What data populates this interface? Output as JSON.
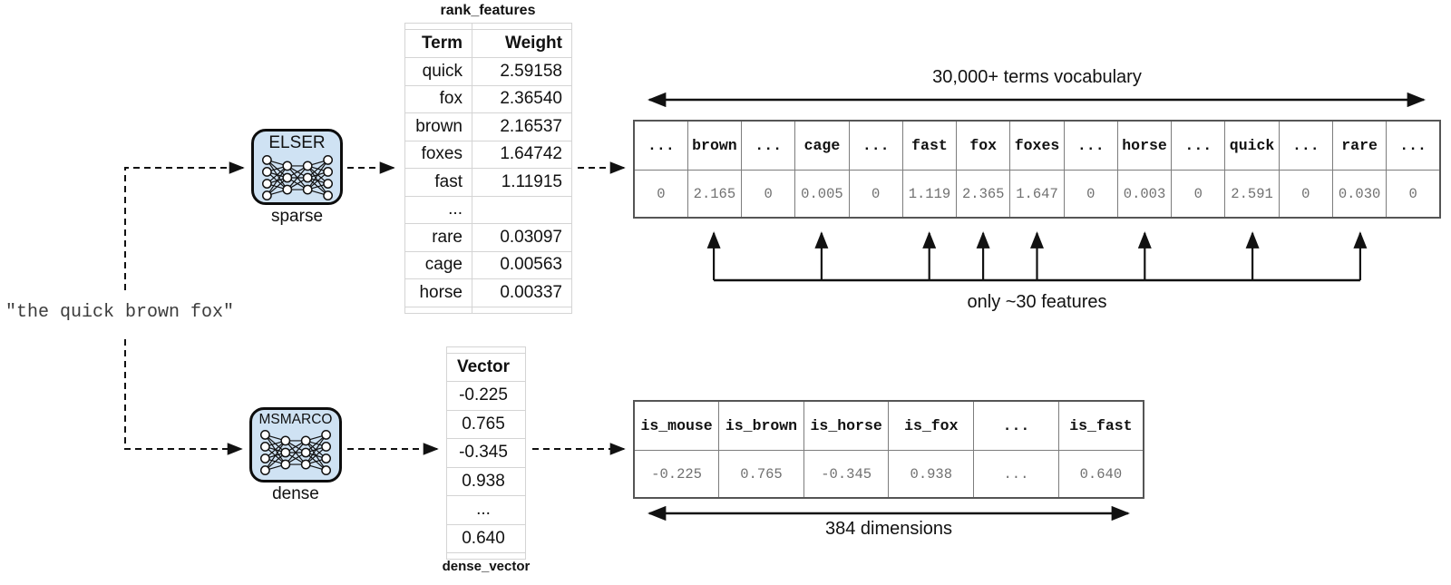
{
  "query": {
    "text": "\"the quick brown fox\""
  },
  "models": {
    "sparse": {
      "name": "ELSER",
      "type_label": "sparse"
    },
    "dense": {
      "name": "MSMARCO",
      "type_label": "dense"
    }
  },
  "rank_features": {
    "title": "rank_features",
    "columns": [
      "Term",
      "Weight"
    ],
    "rows": [
      [
        "quick",
        "2.59158"
      ],
      [
        "fox",
        "2.36540"
      ],
      [
        "brown",
        "2.16537"
      ],
      [
        "foxes",
        "1.64742"
      ],
      [
        "fast",
        "1.11915"
      ],
      [
        "...",
        ""
      ],
      [
        "rare",
        "0.03097"
      ],
      [
        "cage",
        "0.00563"
      ],
      [
        "horse",
        "0.00337"
      ]
    ]
  },
  "vocab_table": {
    "annotation_top": "30,000+ terms vocabulary",
    "annotation_bottom": "only ~30 features",
    "headers": [
      "...",
      "brown",
      "...",
      "cage",
      "...",
      "fast",
      "fox",
      "foxes",
      "...",
      "horse",
      "...",
      "quick",
      "...",
      "rare",
      "..."
    ],
    "values": [
      "0",
      "2.165",
      "0",
      "0.005",
      "0",
      "1.119",
      "2.365",
      "1.647",
      "0",
      "0.003",
      "0",
      "2.591",
      "0",
      "0.030",
      "0"
    ],
    "arrow_columns": [
      1,
      3,
      5,
      6,
      7,
      9,
      11,
      13
    ]
  },
  "dense_vector": {
    "title": "dense_vector",
    "header": "Vector",
    "values": [
      "-0.225",
      "0.765",
      "-0.345",
      "0.938",
      "...",
      "0.640"
    ]
  },
  "dims_table": {
    "annotation_bottom": "384 dimensions",
    "headers": [
      "is_mouse",
      "is_brown",
      "is_horse",
      "is_fox",
      "...",
      "is_fast"
    ],
    "values": [
      "-0.225",
      "0.765",
      "-0.345",
      "0.938",
      "...",
      "0.640"
    ]
  },
  "colors": {
    "box_fill": "#cfe2f3",
    "box_border": "#0d0d0d",
    "grid_light": "#d4d4d4",
    "grid_dark": "#555555",
    "value_text": "#707070",
    "line": "#111111"
  }
}
